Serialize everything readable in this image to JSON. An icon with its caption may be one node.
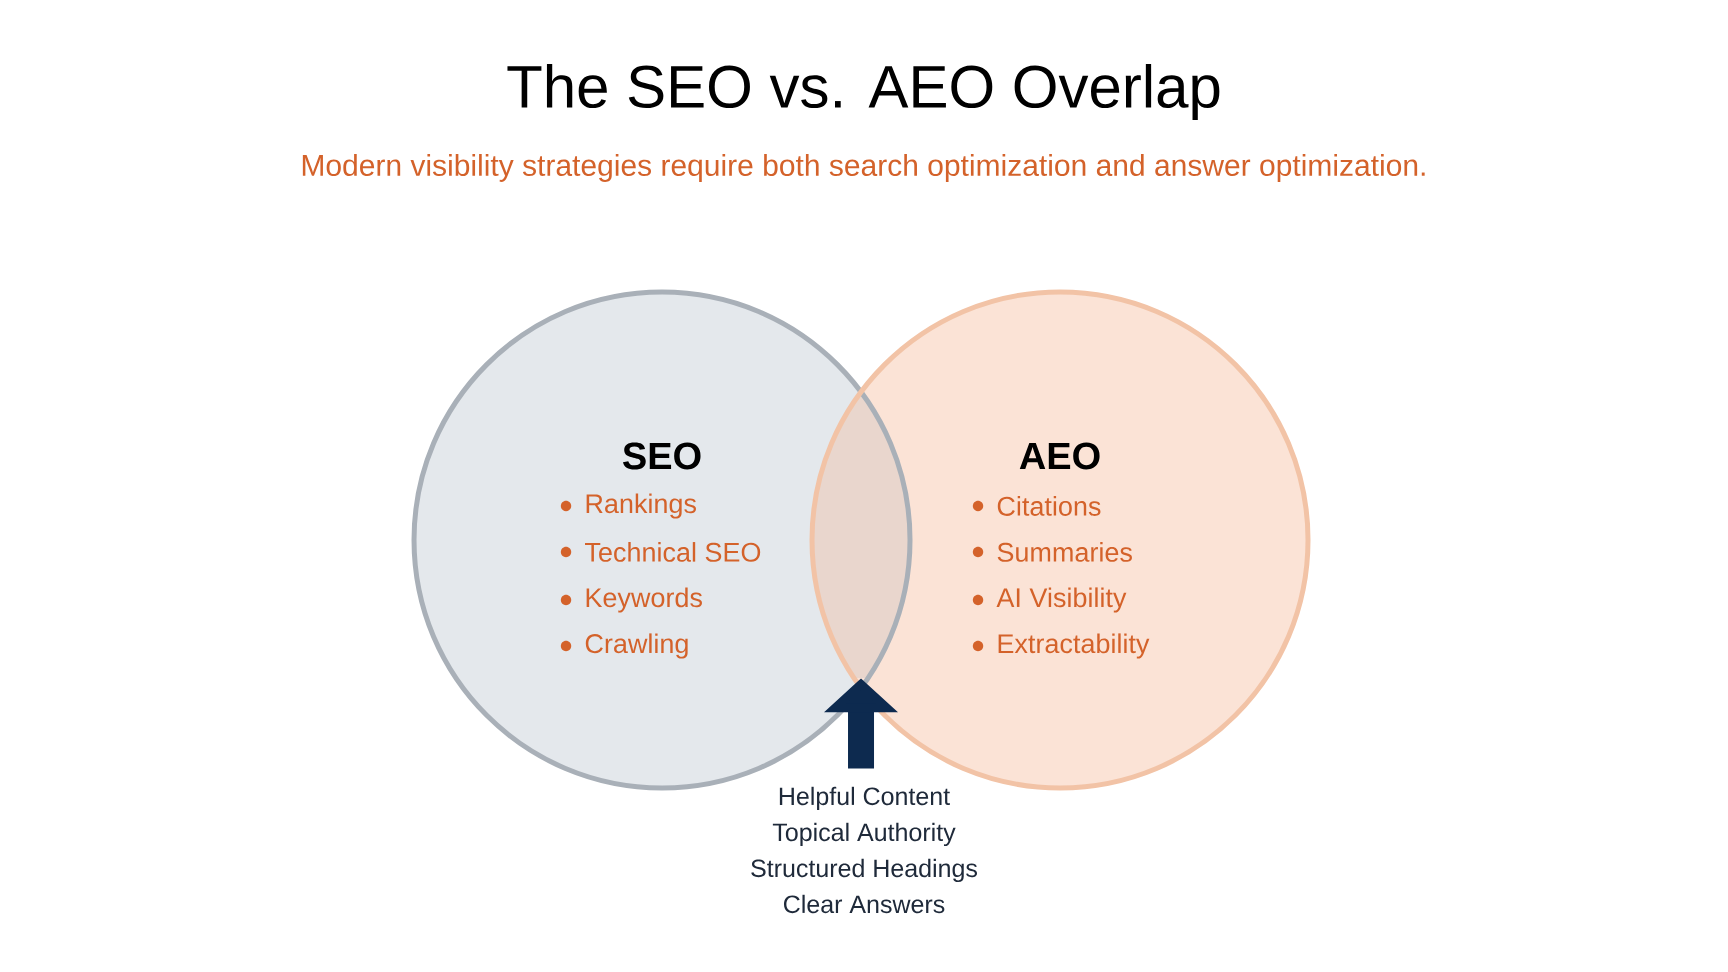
{
  "diagram": {
    "title": "The SEO vs. AEO Overlap",
    "nodes": [
      {
        "text": [
          "SEO",
          "Rankings",
          "Technical SEO",
          "Keywords",
          "Crawling"
        ]
      },
      {
        "text": [
          "AEO",
          "Citations",
          "Summaries",
          "AI Visibility",
          "Extractability"
        ]
      },
      {
        "text": [
          "Helpful Content",
          "Topical Authority",
          "Structured Headings",
          "Clear Answers"
        ]
      },
      {
        "text": [],
        "shape": "lens"
      }
    ],
    "edges": [
      {
        "from": 2,
        "to": 3,
        "arrow": "to"
      }
    ],
    "labels": [
      "Modern visibility strategies require both search optimization and answer optimization."
    ]
  }
}
